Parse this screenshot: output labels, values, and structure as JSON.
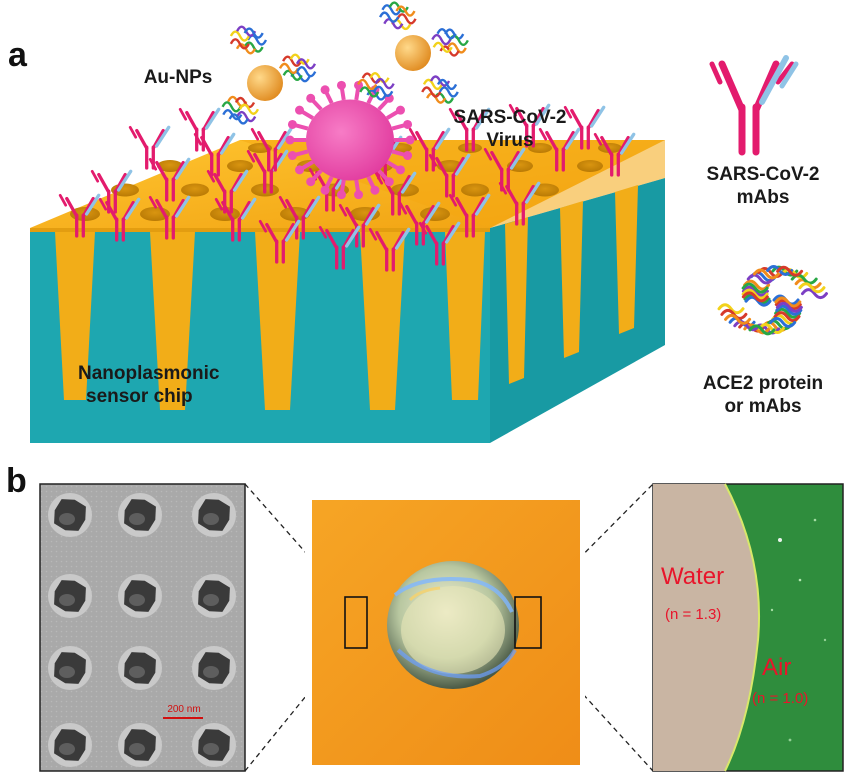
{
  "panel_a": {
    "letter": "a",
    "labels": {
      "au_nps": "Au-NPs",
      "virus_line1": "SARS-CoV-2",
      "virus_line2": "Virus",
      "chip_line1": "Nanoplasmonic",
      "chip_line2": "sensor chip",
      "mabs_line1": "SARS-CoV-2",
      "mabs_line2": "mAbs",
      "ace2_line1": "ACE2 protein",
      "ace2_line2": "or mAbs"
    }
  },
  "panel_b": {
    "letter": "b",
    "sem_scale": "200 nm",
    "water": "Water",
    "water_n": "(n = 1.3)",
    "air": "Air",
    "air_n": "(n = 1.0)"
  },
  "colors": {
    "gold": "#f7b21b",
    "gold_dark": "#c98a0c",
    "teal": "#1ea7b0",
    "antibody_pink": "#e31b6d",
    "antibody_blue": "#8fc3e6",
    "virus": "#ec4fb0",
    "nanoparticle": "#f2a93b",
    "orange_chip": "#f39a1f",
    "green_field": "#2e8a3c",
    "water_region": "#c9b5a3"
  }
}
